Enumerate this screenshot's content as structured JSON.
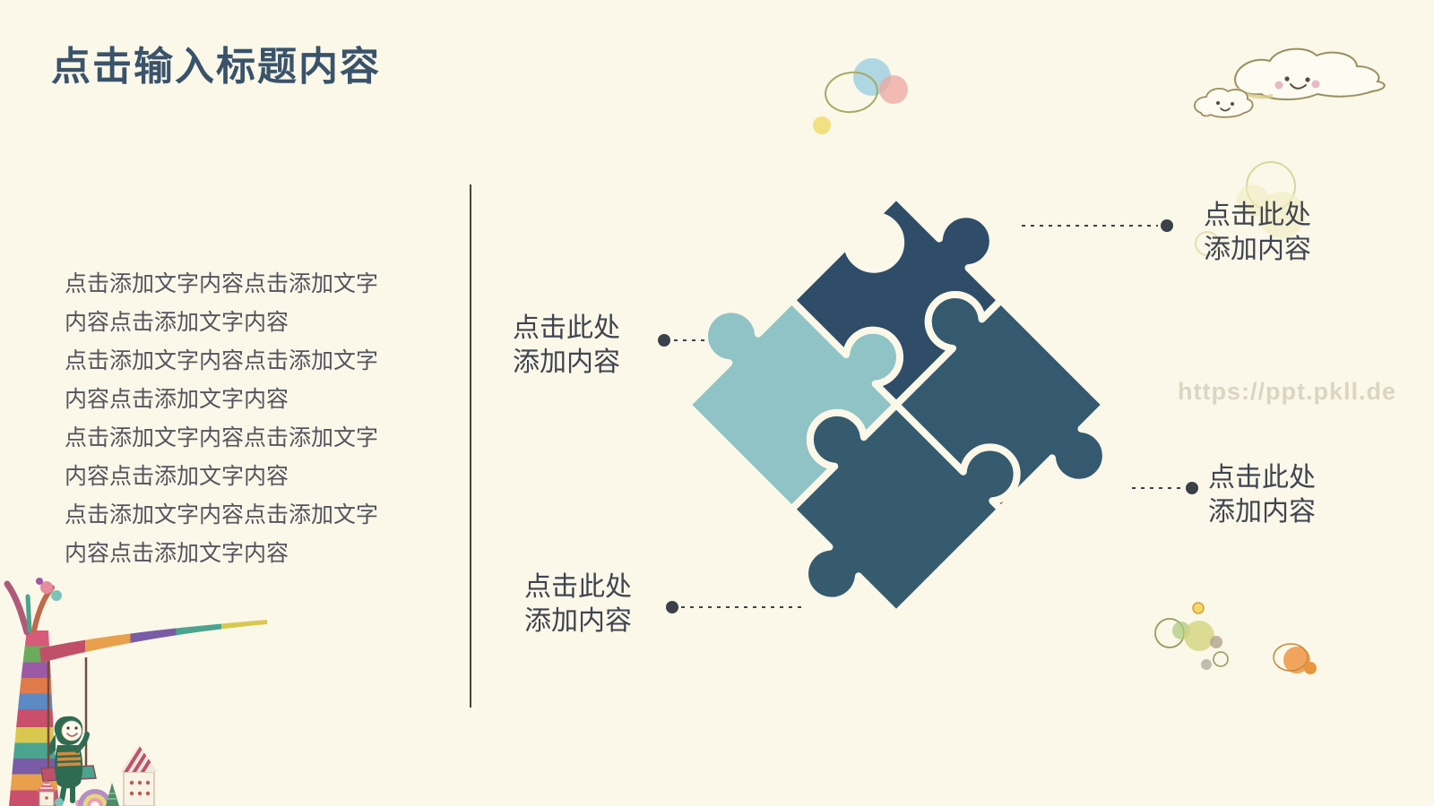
{
  "slide": {
    "title": "点击输入标题内容",
    "title_color": "#3A536B",
    "background": "#FBF8E9",
    "text_color": "#54545E",
    "label_color": "#3F4450",
    "connector_color": "#3A4149"
  },
  "body_text": {
    "paragraphs": [
      "点击添加文字内容点击添加文字内容点击添加文字内容",
      "点击添加文字内容点击添加文字内容点击添加文字内容",
      "点击添加文字内容点击添加文字内容点击添加文字内容",
      "点击添加文字内容点击添加文字内容点击添加文字内容"
    ]
  },
  "diagram": {
    "type": "puzzle-4-pieces",
    "pieces": [
      {
        "position": "top",
        "color": "#2F4D68"
      },
      {
        "position": "right",
        "color": "#35596F"
      },
      {
        "position": "left",
        "color": "#8FC3C5"
      },
      {
        "position": "bottom",
        "color": "#365B6E"
      }
    ],
    "callouts": [
      {
        "id": "top-right",
        "line1": "点击此处",
        "line2": "添加内容"
      },
      {
        "id": "left",
        "line1": "点击此处",
        "line2": "添加内容"
      },
      {
        "id": "bottom-left",
        "line1": "点击此处",
        "line2": "添加内容"
      },
      {
        "id": "right",
        "line1": "点击此处",
        "line2": "添加内容"
      }
    ]
  },
  "watermark": {
    "url_text": "https://ppt.pkll.de"
  }
}
